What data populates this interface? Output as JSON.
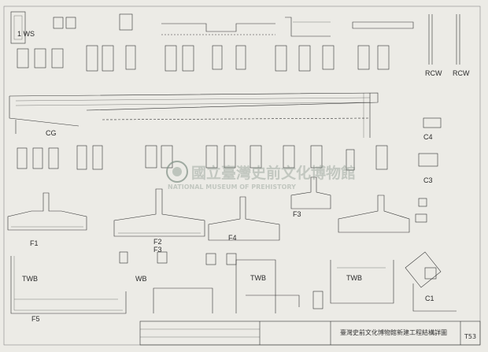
{
  "drawing": {
    "labels": {
      "ws1": "1 WS",
      "f1": "F1",
      "f2": "F2",
      "f3": "F3",
      "f4": "F4",
      "f5": "F5",
      "c3": "C3",
      "c4": "C4",
      "c1": "C1",
      "twb": "TWB",
      "wb": "WB",
      "cg": "CG",
      "rcw": "RCW"
    }
  },
  "watermark": {
    "chinese": "國立臺灣史前文化博物館",
    "english": "NATIONAL MUSEUM OF PREHISTORY"
  },
  "title_block": {
    "title": "臺灣史前文化博物館新建工程結構詳圖",
    "sheet_no": "T53"
  },
  "colors": {
    "paper": "#ecebe6",
    "ink": "#2c2c2c",
    "watermark": "#7f8f84"
  }
}
